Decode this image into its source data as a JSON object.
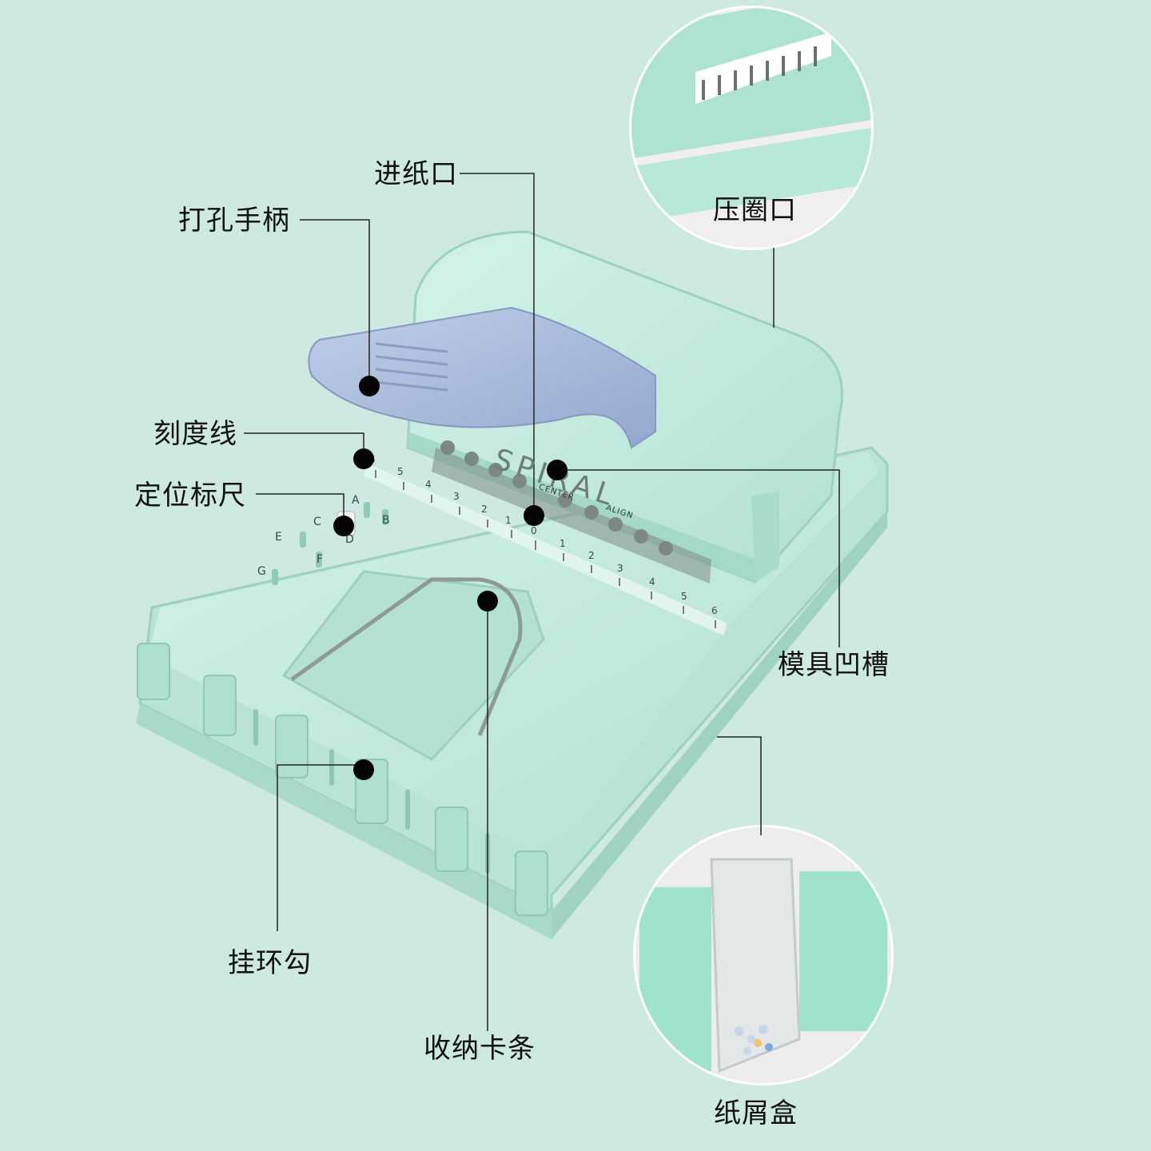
{
  "labels": {
    "feed_slot": "进纸口",
    "punch_handle": "打孔手柄",
    "ring_press_slot": "压圈口",
    "scale_line": "刻度线",
    "positioning_ruler": "定位标尺",
    "die_groove": "模具凹槽",
    "ring_hook": "挂环勾",
    "storage_clip": "收纳卡条",
    "chip_tray": "纸屑盒"
  },
  "device": {
    "brand_text": "SPIRAL",
    "center_mark": "CENTER",
    "align_mark": "ALIGN",
    "scale_ticks": [
      "6",
      "5",
      "4",
      "3",
      "2",
      "1",
      "0",
      "1",
      "2",
      "3",
      "4",
      "5",
      "6"
    ],
    "ruler_letters": [
      "A",
      "B",
      "C",
      "D",
      "E",
      "F",
      "G"
    ]
  },
  "colors": {
    "background": "#cde9e1",
    "body": "#bfe9dc",
    "handle": "#a9bcdc",
    "text": "#111111"
  }
}
